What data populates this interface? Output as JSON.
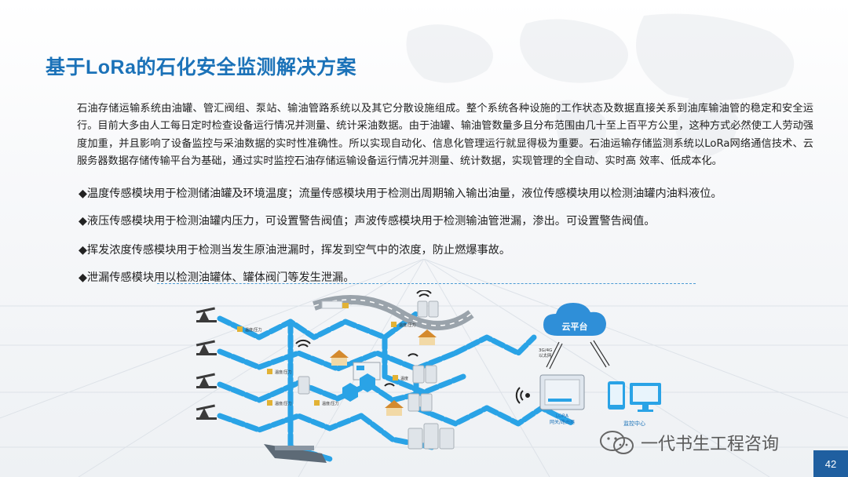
{
  "title": "基于LoRa的石化安全监测解决方案",
  "intro": "石油存储运输系统由油罐、管汇阀组、泵站、输油管路系统以及其它分散设施组成。整个系统各种设施的工作状态及数据直接关系到油库输油管的稳定和安全运行。目前大多由人工每日定时检查设备运行情况并测量、统计采油数据。由于油罐、输油管数量多且分布范围由几十至上百平方公里，这种方式必然使工人劳动强度加重，并且影响了设备监控与采油数据的实时性准确性。所以实现自动化、信息化管理运行就显得极为重要。石油运输存储监测系统以LoRa网络通信技术、云服务器数据存储传输平台为基础，通过实时监控石油存储运输设备运行情况并测量、统计数据，实现管理的全自动、实时高 效率、低成本化。",
  "bullets": [
    "◆温度传感模块用于检测储油罐及环境温度；流量传感模块用于检测出周期输入输出油量，液位传感模块用以检测油罐内油料液位。",
    "◆液压传感模块用于检测油罐内压力，可设置警告阀值；声波传感模块用于检测输油管泄漏，渗出。可设置警告阀值。",
    "◆挥发浓度传感模块用于检测当发生原油泄漏时，挥发到空气中的浓度，防止燃爆事故。",
    "◆泄漏传感模块用以检测油罐体、罐体阀门等发生泄漏。"
  ],
  "diagram": {
    "cloud_label": "云平台",
    "link_label_line1": "3G/4G",
    "link_label_line2": "以太网",
    "gateway_label_line1": "LORA",
    "gateway_label_line2": "网关/路由器",
    "monitor_label": "监控中心",
    "sensor_label": "温度/压力\n流量传感",
    "colors": {
      "pipe": "#2aa3e6",
      "cloud": "#2f8fd8",
      "accent": "#1b72b8"
    }
  },
  "watermark": "一代书生工程咨询",
  "page_number": "42"
}
